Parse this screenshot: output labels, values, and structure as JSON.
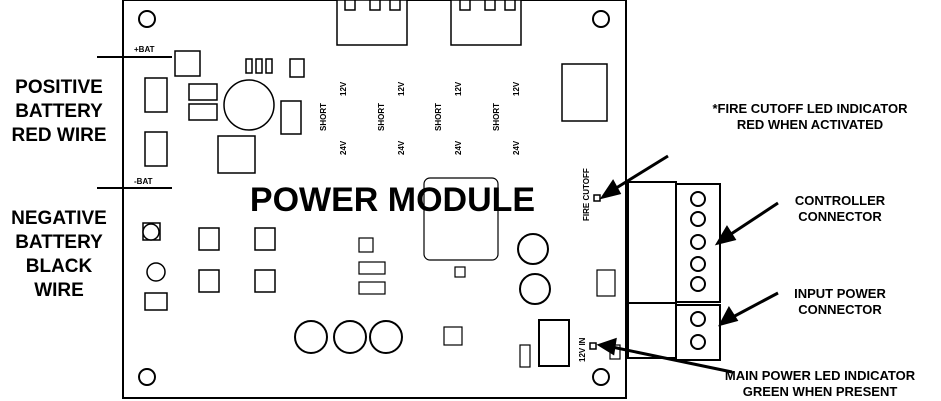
{
  "board": {
    "title": "POWER MODULE",
    "pcb_labels": {
      "pos_bat": "+BAT",
      "neg_bat": "-BAT",
      "short": "SHORT",
      "v12": "12V",
      "v24": "24V",
      "fire_cutoff": "FIRE CUTOFF",
      "in_12v": "12V IN"
    }
  },
  "callouts": {
    "positive": [
      "POSITIVE",
      "BATTERY",
      "RED WIRE"
    ],
    "negative": [
      "NEGATIVE",
      "BATTERY",
      "BLACK",
      "WIRE"
    ],
    "fire_led": [
      "*FIRE CUTOFF LED INDICATOR",
      "RED WHEN ACTIVATED"
    ],
    "controller": [
      "CONTROLLER",
      "CONNECTOR"
    ],
    "input_power": [
      "INPUT POWER",
      "CONNECTOR"
    ],
    "main_led": [
      "MAIN POWER LED INDICATOR",
      "GREEN WHEN PRESENT"
    ]
  }
}
